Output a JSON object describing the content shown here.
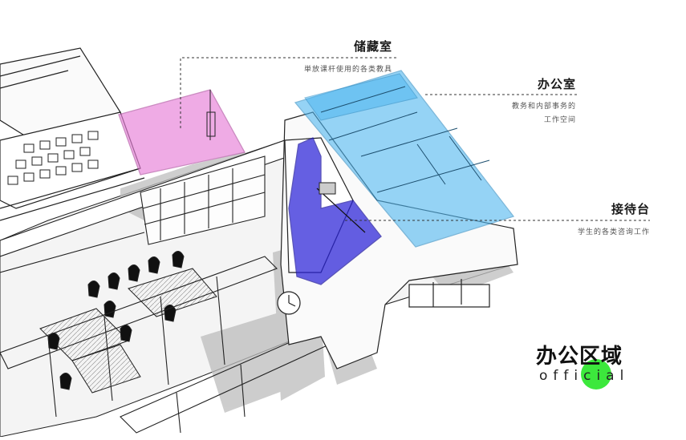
{
  "labels": {
    "storage": {
      "title": "储藏室",
      "desc": "単放课杆使用的各类教具"
    },
    "office": {
      "title": "办公室",
      "desc_line1": "教务和内部事务的",
      "desc_line2": "工作空间"
    },
    "reception": {
      "title": "接待台",
      "desc": "学生的各类咨询工作"
    }
  },
  "zone": {
    "title": "办公区域",
    "subtitle": "official"
  },
  "colors": {
    "storage": "#e77fd8",
    "office": "#4fb6f0",
    "reception": "#2a22d8",
    "accent": "#3ce83c",
    "line": "#1a1a1a"
  }
}
